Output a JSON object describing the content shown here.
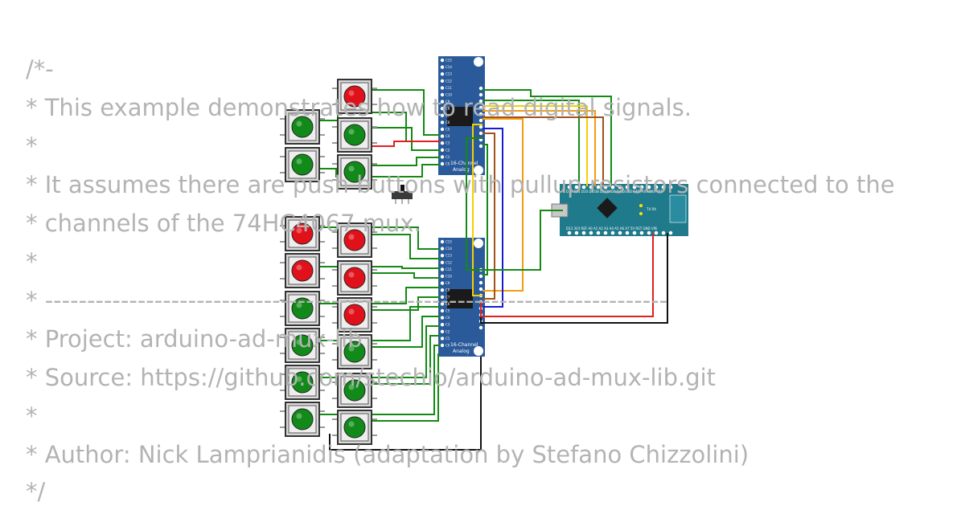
{
  "code_comment": {
    "lines": [
      "/*-",
      " * This example demonstrates how to read digital signals.",
      " *",
      " * It assumes there are push buttons with pullup resistors connected to the",
      " * channels of the 74HC4067 mux.",
      " *",
      " * --------------------------------------------------------------------------",
      " * Project: arduino-ad-mux-lib",
      " * Source: https://github.com/stechio/arduino-ad-mux-lib.git",
      " *",
      " * Author: Nick Lamprianidis (adaptation by Stefano Chizzolini)",
      " */"
    ]
  },
  "mux_top": {
    "title": "16-Channel",
    "subtitle": "Analog",
    "pins": [
      "C15",
      "C14",
      "C13",
      "C12",
      "C11",
      "C10",
      "C9",
      "C8",
      "C7",
      "C6",
      "C5",
      "C4",
      "C3",
      "C2",
      "C1",
      "C0"
    ]
  },
  "mux_bottom": {
    "title": "16-Channel",
    "subtitle": "Analog",
    "pins": [
      "C15",
      "C14",
      "C13",
      "C12",
      "C11",
      "C10",
      "C9",
      "C8",
      "C7",
      "C6",
      "C5",
      "C4",
      "C3",
      "C2",
      "C1",
      "C0"
    ]
  },
  "arduino": {
    "top_pins": "D12 D11 D10 D9 D8 D7 D6 D5 D4 D3 D2 GND RST RX0 TX1",
    "bottom_pins": "D13 3V3 REF A0 A1 A2 A3 A4 A5 A6 A7 5V RST GND VIN",
    "leds": "TX RX"
  },
  "buttons": [
    {
      "color": "red"
    },
    {
      "color": "green"
    },
    {
      "color": "green"
    },
    {
      "color": "green"
    },
    {
      "color": "green"
    },
    {
      "color": "red"
    },
    {
      "color": "red"
    },
    {
      "color": "red"
    },
    {
      "color": "red"
    },
    {
      "color": "green"
    },
    {
      "color": "red"
    },
    {
      "color": "green"
    },
    {
      "color": "green"
    },
    {
      "color": "green"
    },
    {
      "color": "green"
    },
    {
      "color": "green"
    },
    {
      "color": "green"
    }
  ],
  "colors": {
    "board_blue": "#2a5a9a",
    "arduino_teal": "#1f7a8c",
    "wire_green": "#138a13",
    "wire_yellow": "#f5d000",
    "wire_orange": "#f39c12",
    "wire_brown": "#a0521c",
    "wire_blue": "#1a1ad6",
    "wire_red": "#e02020",
    "wire_black": "#111111",
    "button_red": "#e0111a",
    "button_green": "#128a1a"
  }
}
